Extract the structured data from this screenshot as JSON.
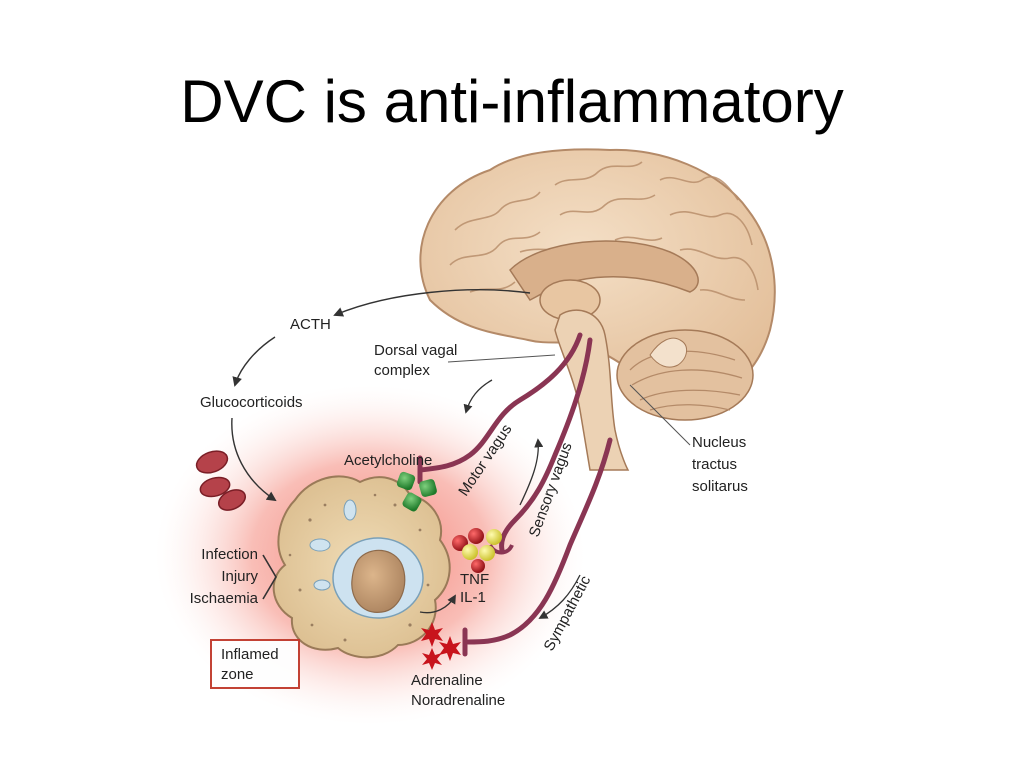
{
  "title": "DVC is anti-inflammatory",
  "labels": {
    "acth": "ACTH",
    "glucocorticoids": "Glucocorticoids",
    "dorsal_vagal_line1": "Dorsal vagal",
    "dorsal_vagal_line2": "complex",
    "nucleus_line1": "Nucleus",
    "nucleus_line2": "tractus",
    "nucleus_line3": "solitarus",
    "acetylcholine": "Acetylcholine",
    "motor_vagus": "Motor vagus",
    "sensory_vagus": "Sensory vagus",
    "sympathetic": "Sympathetic",
    "tnf": "TNF",
    "il1": "IL-1",
    "infection": "Infection",
    "injury": "Injury",
    "ischaemia": "Ischaemia",
    "inflamed_line1": "Inflamed",
    "inflamed_line2": "zone",
    "adrenaline": "Adrenaline",
    "noradrenaline": "Noradrenaline"
  },
  "colors": {
    "brain_fill": "#eccfb0",
    "brain_stroke": "#b48a68",
    "nerve": "#8a3553",
    "inflamed_glow": "#f2675a",
    "cell_fill": "#e9d2a8",
    "nucleus_fill": "#c9a27a",
    "acetylcholine": "#2f9a3a",
    "cytokine_red": "#b5121b",
    "cytokine_yellow": "#e8e04a",
    "adrenaline": "#c8141c"
  }
}
